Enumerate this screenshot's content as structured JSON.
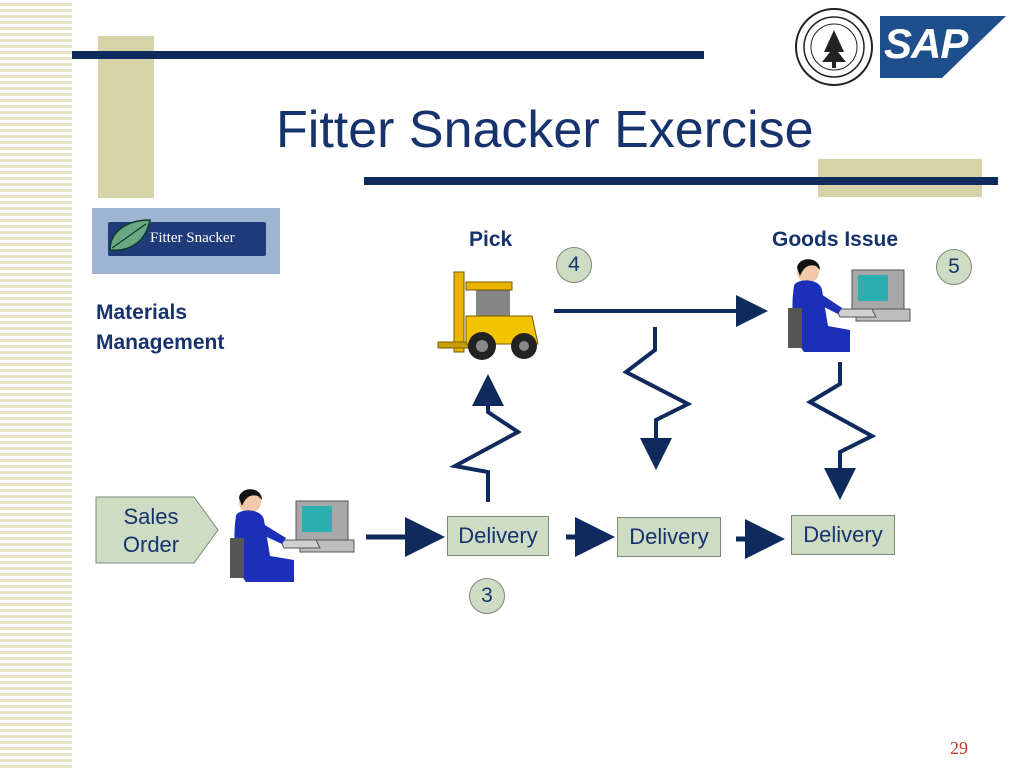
{
  "slide": {
    "title": "Fitter Snacker Exercise",
    "page_number": "29"
  },
  "logos": {
    "company": "Fitter Snacker",
    "sap": "SAP"
  },
  "section_label": "Materials Management",
  "steps": {
    "pick_label": "Pick",
    "goods_issue_label": "Goods Issue",
    "sales_order": "Sales Order",
    "delivery_1": "Delivery",
    "delivery_2": "Delivery",
    "delivery_3": "Delivery",
    "badge_3": "3",
    "badge_4": "4",
    "badge_5": "5"
  },
  "colors": {
    "navy": "#0f2a5c",
    "title_blue": "#17336e",
    "box_fill": "#cfdcc4",
    "tan": "#d6d3a8"
  }
}
